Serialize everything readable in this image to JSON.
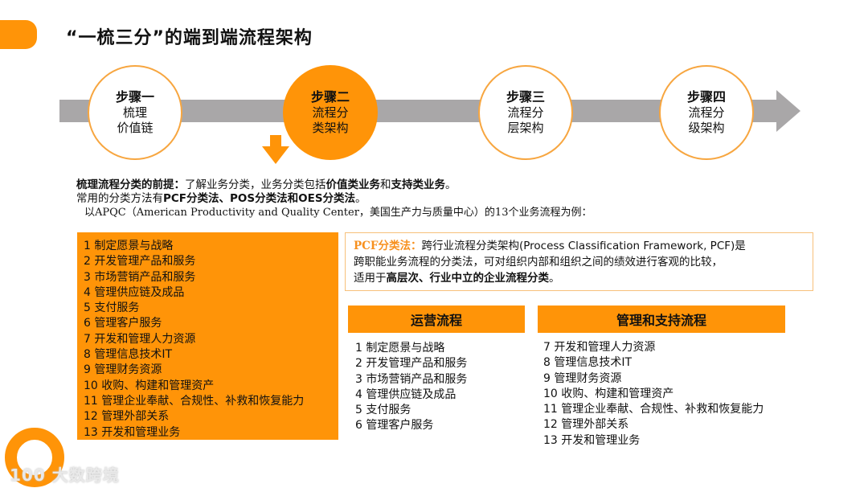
{
  "header": {
    "title": "“一梳三分”的端到端流程架构"
  },
  "steps": [
    {
      "title": "步骤一",
      "desc1": "梳理",
      "desc2": "价值链",
      "active": false
    },
    {
      "title": "步骤二",
      "desc1": "流程分",
      "desc2": "类架构",
      "active": true
    },
    {
      "title": "步骤三",
      "desc1": "流程分",
      "desc2": "层架构",
      "active": false
    },
    {
      "title": "步骤四",
      "desc1": "流程分",
      "desc2": "级架构",
      "active": false
    }
  ],
  "intro": {
    "line1_bold": "梳理流程分类的前提：",
    "line1_a": "了解业务分类，业务分类包括",
    "line1_b": "价值类业务",
    "line1_c": "和",
    "line1_d": "支持类业务",
    "line1_e": "。",
    "line2_a": "常用的分类方法有",
    "line2_b": "PCF分类法、POS分类法和OES分类法",
    "line2_c": "。",
    "line3": "以APQC（American Productivity and Quality Center，美国生产力与质量中心）的13个业务流程为例："
  },
  "all_processes": [
    "1  制定愿景与战略",
    "2  开发管理产品和服务",
    "3  市场营销产品和服务",
    "4  管理供应链及成品",
    "5  支付服务",
    "6  管理客户服务",
    "7  开发和管理人力资源",
    "8  管理信息技术IT",
    "9  管理财务资源",
    "10  收购、构建和管理资产",
    "11  管理企业奉献、合规性、补救和恢复能力",
    "12  管理外部关系",
    "13  开发和管理业务"
  ],
  "pcf": {
    "label": "PCF分类法：",
    "text1": "跨行业流程分类架构(Process Classification Framework, PCF)是",
    "text2": "跨职能业务流程的分类法，可对组织内部和组织之间的绩效进行客观的比较，",
    "text3a": "适用于",
    "text3b": "高层次、行业中立的企业流程分类",
    "text3c": "。"
  },
  "operations": {
    "header": "运营流程",
    "items": [
      "1  制定愿景与战略",
      "2  开发管理产品和服务",
      "3  市场营销产品和服务",
      "4  管理供应链及成品",
      "5  支付服务",
      "6  管理客户服务"
    ]
  },
  "support": {
    "header": "管理和支持流程",
    "items": [
      "7  开发和管理人力资源",
      "8  管理信息技术IT",
      "9  管理财务资源",
      "10  收购、构建和管理资产",
      "11  管理企业奉献、合规性、补救和恢复能力",
      "12  管理外部关系",
      "13  开发和管理业务"
    ]
  },
  "watermark": "100 大数跨境",
  "colors": {
    "accent": "#FF9408",
    "bar": "#A9A7A8",
    "circle_border": "#F7A640"
  }
}
